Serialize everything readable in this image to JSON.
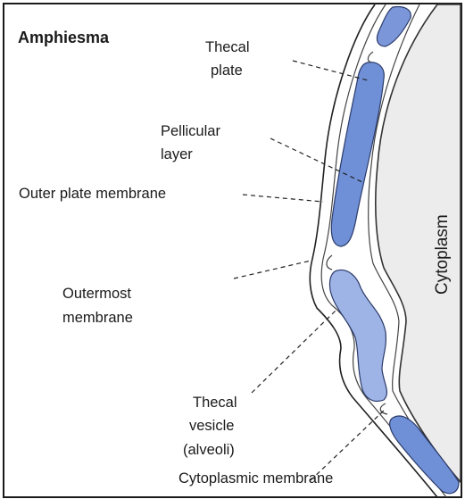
{
  "diagram": {
    "title": "Amphiesma",
    "labels": {
      "thecal_plate_line1": "Thecal",
      "thecal_plate_line2": "plate",
      "pellicular_line1": "Pellicular",
      "pellicular_line2": "layer",
      "outer_plate_membrane": "Outer plate membrane",
      "outermost_line1": "Outermost",
      "outermost_line2": "membrane",
      "thecal_vesicle_line1": "Thecal",
      "thecal_vesicle_line2": "vesicle",
      "thecal_vesicle_line3": "(alveoli)",
      "cytoplasmic_membrane": "Cytoplasmic membrane",
      "cytoplasm": "Cytoplasm"
    },
    "colors": {
      "frame": "#1a1a1a",
      "cytoplasm_fill": "#ececec",
      "plate_fill": "#6f8fd6",
      "plate_fill_light": "#9fb4e6",
      "plate_stroke": "#2b3b6a",
      "membrane_stroke": "#333333"
    }
  }
}
